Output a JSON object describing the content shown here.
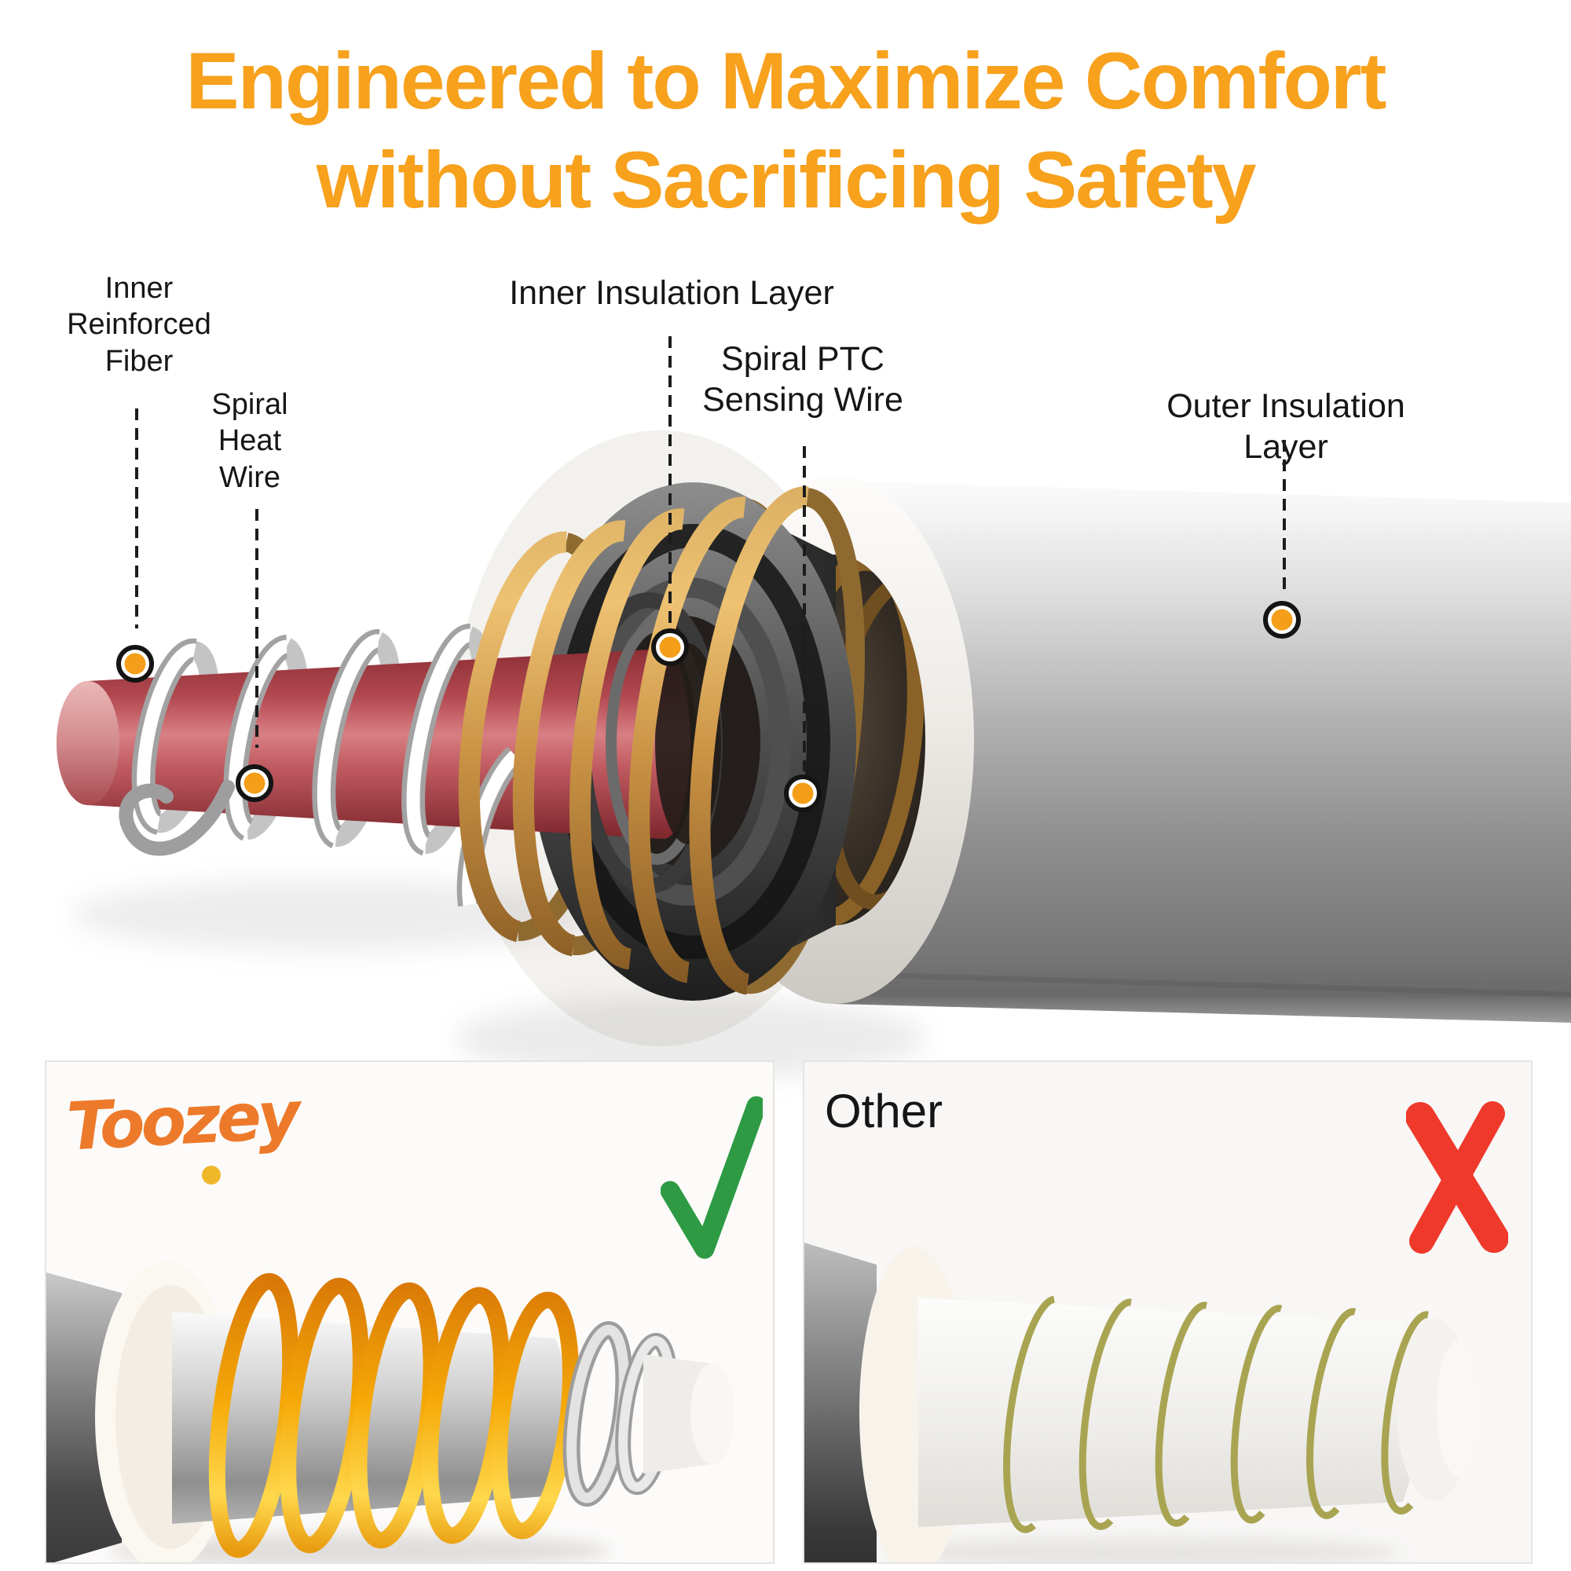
{
  "title": {
    "text": "Engineered to Maximize Comfort\nwithout Sacrificing Safety",
    "color": "#F7A11D"
  },
  "diagram": {
    "labels": [
      {
        "text": "Inner\nReinforced\nFiber"
      },
      {
        "text": "Spiral\nHeat\nWire"
      },
      {
        "text": "Inner Insulation Layer"
      },
      {
        "text": "Spiral PTC\nSensing Wire"
      },
      {
        "text": "Outer Insulation Layer"
      }
    ],
    "marker_color": "#F59E19",
    "leader_line_color": "#1C1C1C"
  },
  "comparison": {
    "left_card": {
      "brand": "Toozey",
      "brand_color": "#ED7A2B",
      "verdict_icon": "check-icon",
      "verdict_color": "#2E9B44"
    },
    "right_card": {
      "label": "Other",
      "verdict_icon": "x-icon",
      "verdict_color": "#EF392B"
    }
  }
}
